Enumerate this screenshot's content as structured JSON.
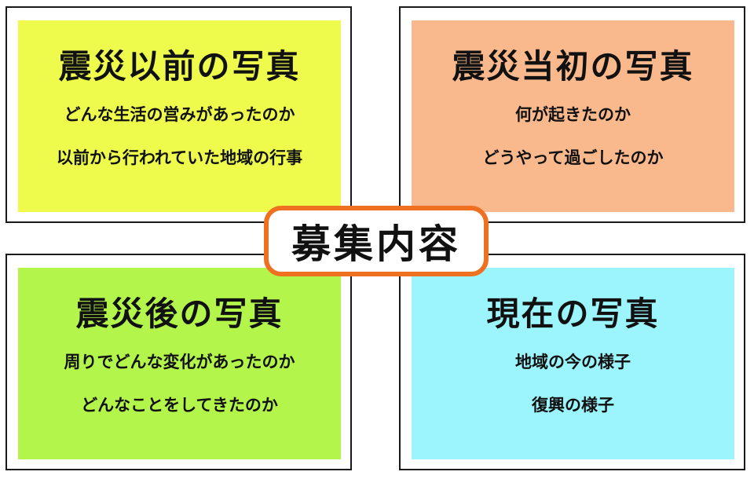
{
  "center_label": "募集内容",
  "panels": [
    {
      "title": "震災以前の写真",
      "lines": [
        "どんな生活の営みがあったのか",
        "以前から行われていた地域の行事"
      ],
      "color": "#eefb4c"
    },
    {
      "title": "震災当初の写真",
      "lines": [
        "何が起きたのか",
        "どうやって過ごしたのか"
      ],
      "color": "#f9b98c"
    },
    {
      "title": "震災後の写真",
      "lines": [
        "周りでどんな変化があったのか",
        "どんなことをしてきたのか"
      ],
      "color": "#b4f54c"
    },
    {
      "title": "現在の写真",
      "lines": [
        "地域の今の様子",
        "復興の様子"
      ],
      "color": "#9cf4fc"
    }
  ]
}
